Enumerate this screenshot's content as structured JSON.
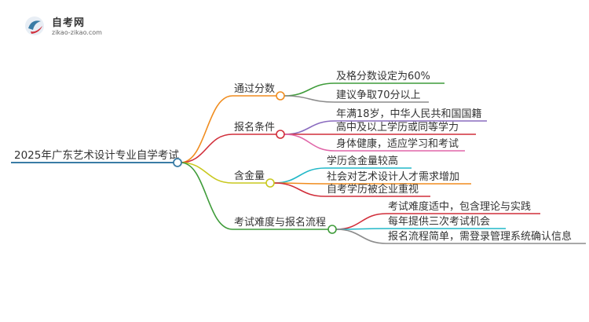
{
  "logo": {
    "name": "自考网",
    "url": "zikao-zikao.com"
  },
  "root": {
    "label": "2025年广东艺术设计专业自学考试",
    "color": "#3a7ca5"
  },
  "branches": [
    {
      "label": "通过分数",
      "color": "#f08c1e",
      "children": [
        {
          "label": "及格分数设定为60%",
          "color": "#3f9c3a"
        },
        {
          "label": "建议争取70分以上",
          "color": "#8c8c8c"
        }
      ]
    },
    {
      "label": "报名条件",
      "color": "#d12e3a",
      "children": [
        {
          "label": "年满18岁，中华人民共和国国籍",
          "color": "#8a6bbf"
        },
        {
          "label": "高中及以上学历或同等学力",
          "color": "#d12e3a"
        },
        {
          "label": "身体健康，适应学习和考试",
          "color": "#e066a8"
        }
      ]
    },
    {
      "label": "含金量",
      "color": "#c8c81e",
      "children": [
        {
          "label": "学历含金量较高",
          "color": "#22b8c8"
        },
        {
          "label": "社会对艺术设计人才需求增加",
          "color": "#f08c1e"
        },
        {
          "label": "自考学历被企业重视",
          "color": "#d12e3a"
        }
      ]
    },
    {
      "label": "考试难度与报名流程",
      "color": "#3f9c3a",
      "children": [
        {
          "label": "考试难度适中，包含理论与实践",
          "color": "#d12e3a"
        },
        {
          "label": "每年提供三次考试机会",
          "color": "#22b8c8"
        },
        {
          "label": "报名流程简单，需登录管理系统确认信息",
          "color": "#8c8c8c"
        }
      ]
    }
  ]
}
